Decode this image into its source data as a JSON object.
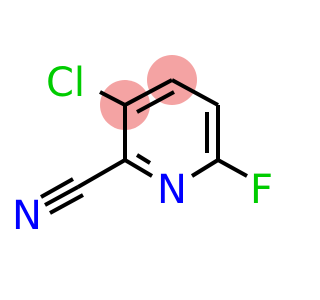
{
  "structure": {
    "atoms": [
      {
        "id": "cl",
        "label": "Cl",
        "color": "#00cc00"
      },
      {
        "id": "n_ring",
        "label": "N",
        "color": "#0000ff"
      },
      {
        "id": "f",
        "label": "F",
        "color": "#00cc00"
      },
      {
        "id": "n_nitrile",
        "label": "N",
        "color": "#0000ff"
      }
    ],
    "highlight_color": "#f4a3a3",
    "bond_color": "#000000"
  }
}
